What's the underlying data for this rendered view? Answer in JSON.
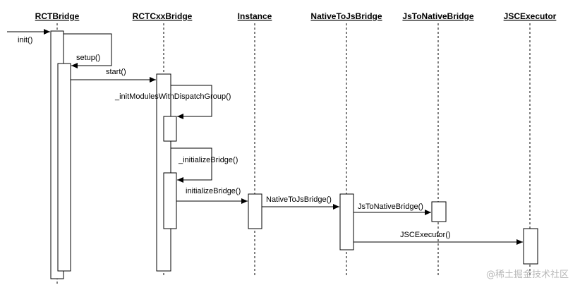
{
  "participants": [
    {
      "id": "rctbridge",
      "label": "RCTBridge"
    },
    {
      "id": "rctcxxbridge",
      "label": "RCTCxxBridge"
    },
    {
      "id": "instance",
      "label": "Instance"
    },
    {
      "id": "nativetojsbridge",
      "label": "NativeToJsBridge"
    },
    {
      "id": "jstonativebridge",
      "label": "JsToNativeBridge"
    },
    {
      "id": "jscexecutor",
      "label": "JSCExecutor"
    }
  ],
  "messages": [
    {
      "id": "init",
      "label": "init()",
      "from": "external",
      "to": "rctbridge"
    },
    {
      "id": "setup",
      "label": "setup()",
      "from": "rctbridge",
      "to": "rctbridge"
    },
    {
      "id": "start",
      "label": "start()",
      "from": "rctbridge",
      "to": "rctcxxbridge"
    },
    {
      "id": "init-modules",
      "label": "_initModulesWithDispatchGroup()",
      "from": "rctcxxbridge",
      "to": "rctcxxbridge"
    },
    {
      "id": "initialize-bridge-private",
      "label": "_initializeBridge()",
      "from": "rctcxxbridge",
      "to": "rctcxxbridge"
    },
    {
      "id": "initialize-bridge",
      "label": "initializeBridge()",
      "from": "rctcxxbridge",
      "to": "instance"
    },
    {
      "id": "native-to-js-bridge",
      "label": "NativeToJsBridge()",
      "from": "instance",
      "to": "nativetojsbridge"
    },
    {
      "id": "js-to-native-bridge",
      "label": "JsToNativeBridge()",
      "from": "nativetojsbridge",
      "to": "jstonativebridge"
    },
    {
      "id": "jsc-executor",
      "label": "JSCExecutor()",
      "from": "nativetojsbridge",
      "to": "jscexecutor"
    }
  ],
  "watermark": "@稀土掘金技术社区"
}
